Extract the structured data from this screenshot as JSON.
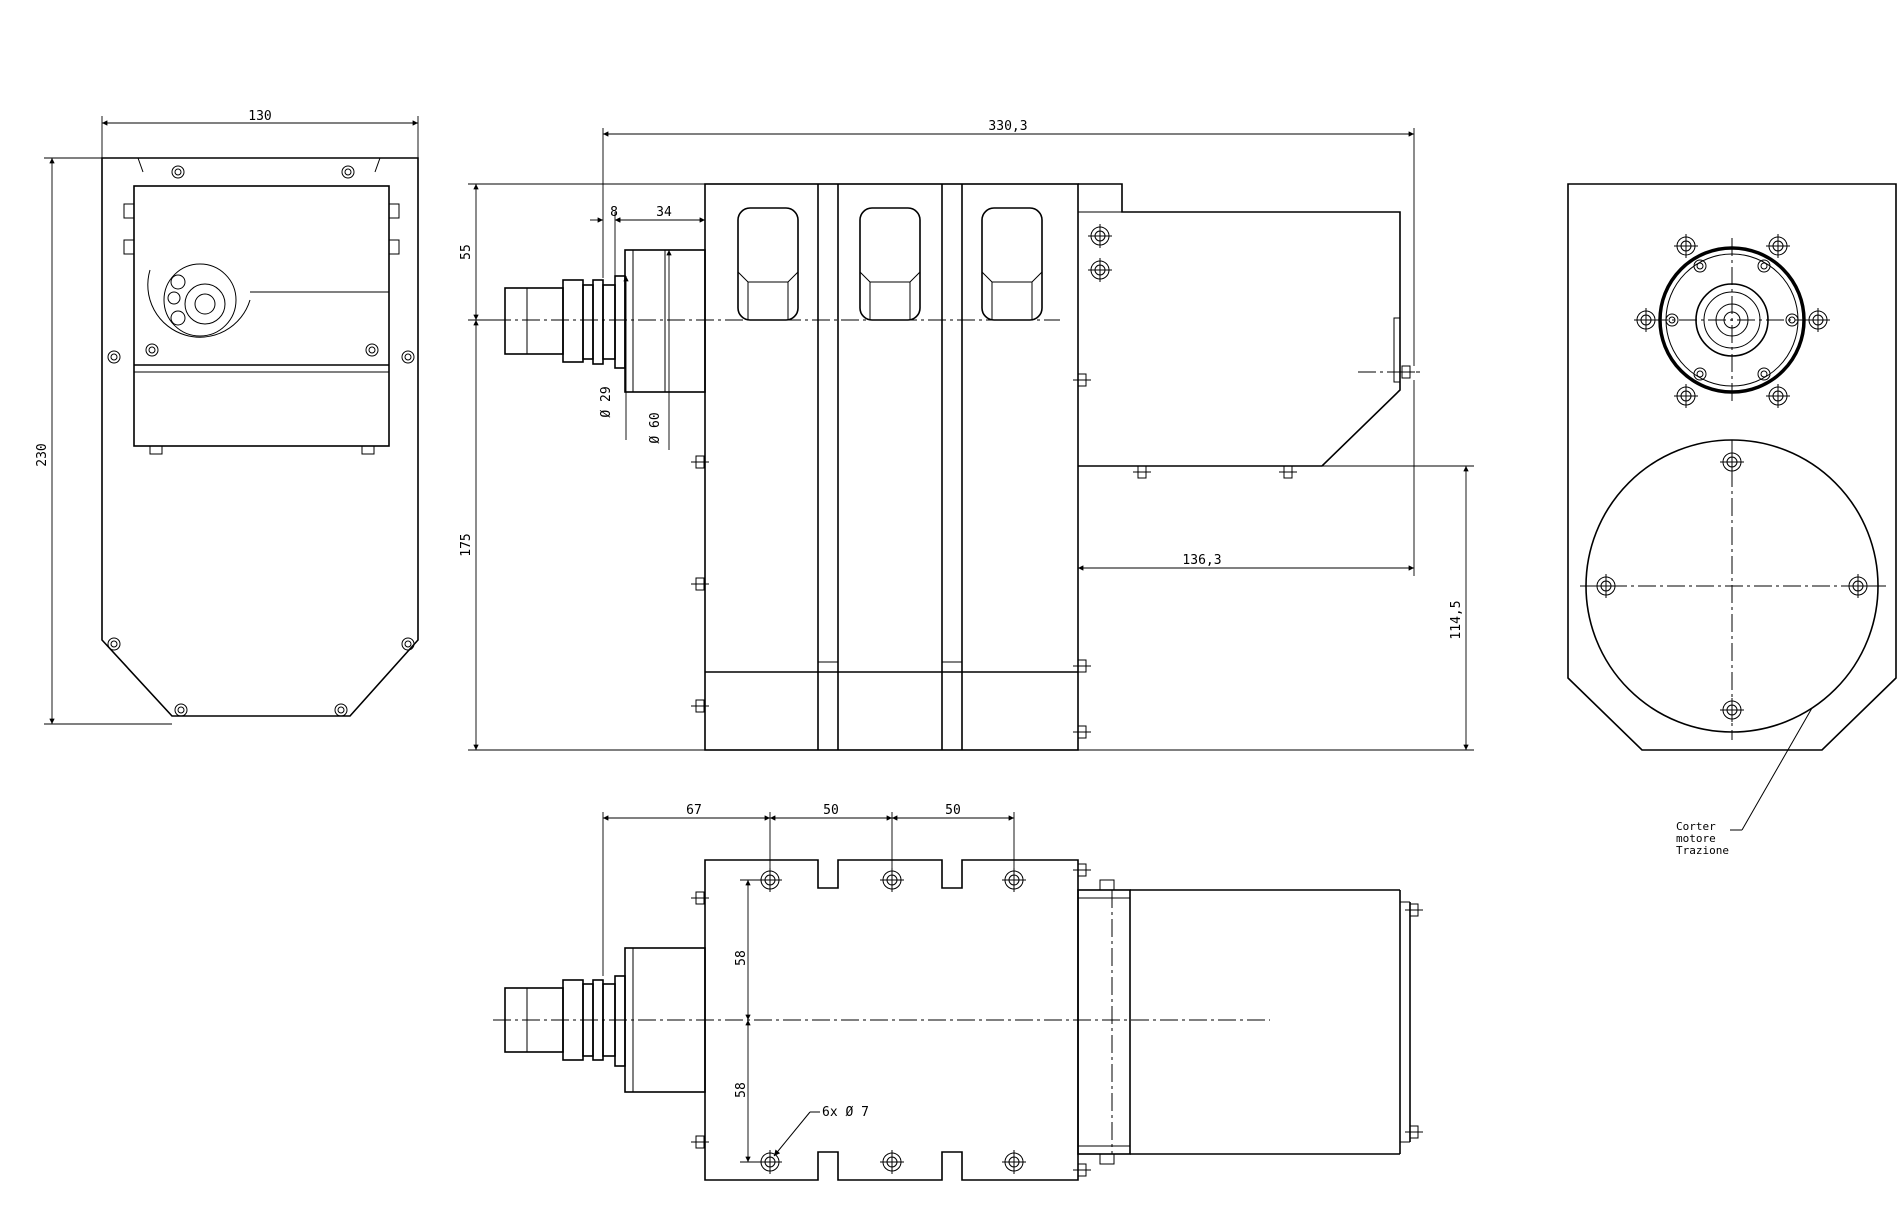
{
  "dimensions": {
    "d130": "130",
    "d230": "230",
    "d330": "330,3",
    "d8": "8",
    "d34": "34",
    "d55": "55",
    "d175": "175",
    "d29": "Ø 29",
    "d60": "Ø 60",
    "d136": "136,3",
    "d114": "114,5",
    "d67": "67",
    "d50a": "50",
    "d50b": "50",
    "d58a": "58",
    "d58b": "58",
    "holes": "6x  Ø  7"
  },
  "note": {
    "line1": "Corter",
    "line2": "motore",
    "line3": "Trazione"
  }
}
